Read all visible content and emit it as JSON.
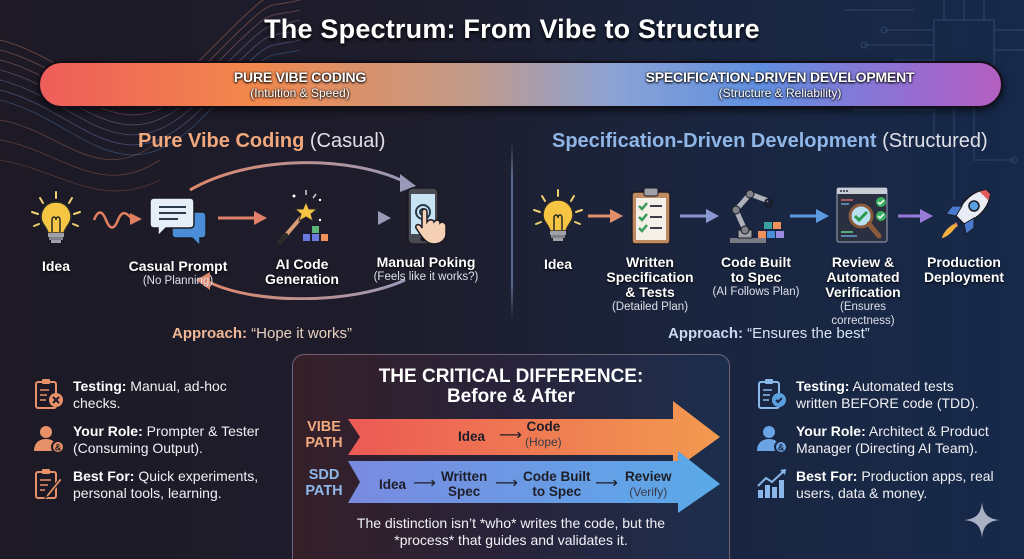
{
  "title": "The Spectrum: From Vibe to Structure",
  "spectrum": {
    "left": {
      "main": "PURE VIBE CODING",
      "sub": "(Intuition & Speed)"
    },
    "right": {
      "main": "SPECIFICATION-DRIVEN DEVELOPMENT",
      "sub": "(Structure & Reliability)"
    },
    "colors": {
      "start": "#ee5d5a",
      "mid_left": "#f2884c",
      "mid_right": "#5f8fe0",
      "end": "#b35fc0"
    }
  },
  "vibe": {
    "title_bold": "Pure Vibe Coding",
    "title_light": "(Casual)",
    "accent": "#f0a87c",
    "steps": [
      {
        "icon": "lightbulb-icon",
        "label": "Idea",
        "sub": ""
      },
      {
        "icon": "chat-bubbles-icon",
        "label": "Casual Prompt",
        "sub": "(No Planning)"
      },
      {
        "icon": "magic-wand-icon",
        "label": "AI Code",
        "label2": "Generation",
        "sub": ""
      },
      {
        "icon": "phone-tap-icon",
        "label": "Manual Poking",
        "sub": "(Feels like it works?)"
      }
    ],
    "approach_label": "Approach:",
    "approach_value": "“Hope it works”",
    "attributes": [
      {
        "icon": "clipboard-x-icon",
        "label": "Testing:",
        "text": "Manual, ad-hoc checks."
      },
      {
        "icon": "user-icon",
        "label": "Your Role:",
        "text": "Prompter & Tester (Consuming Output)."
      },
      {
        "icon": "notepad-pencil-icon",
        "label": "Best For:",
        "text": "Quick experiments, personal tools, learning."
      }
    ]
  },
  "sdd": {
    "title_bold": "Specification-Driven Development",
    "title_light": "(Structured)",
    "accent": "#8fb6e6",
    "steps": [
      {
        "icon": "lightbulb-icon",
        "label": "Idea",
        "sub": ""
      },
      {
        "icon": "clipboard-check-icon",
        "label": "Written",
        "label2": "Specification",
        "label3": "& Tests",
        "sub": "(Detailed Plan)"
      },
      {
        "icon": "robot-arm-icon",
        "label": "Code Built",
        "label2": "to Spec",
        "sub": "(AI Follows Plan)"
      },
      {
        "icon": "code-review-magnifier-icon",
        "label": "Review &",
        "label2": "Automated",
        "label3": "Verification",
        "sub": "(Ensures correctness)"
      },
      {
        "icon": "rocket-icon",
        "label": "Production",
        "label2": "Deployment",
        "sub": ""
      }
    ],
    "approach_label": "Approach:",
    "approach_value": "“Ensures the best”",
    "attributes": [
      {
        "icon": "clipboard-check-icon",
        "label": "Testing:",
        "text": "Automated tests written BEFORE code (TDD)."
      },
      {
        "icon": "user-icon",
        "label": "Your Role:",
        "text": "Architect & Product Manager (Directing AI Team)."
      },
      {
        "icon": "growth-chart-icon",
        "label": "Best For:",
        "text": "Production apps, real users, data & money."
      }
    ]
  },
  "critical": {
    "title_line1": "THE CRITICAL DIFFERENCE:",
    "title_line2": "Before & After",
    "vibe_path": {
      "label_line1": "VIBE",
      "label_line2": "PATH",
      "steps": [
        {
          "main": "Idea",
          "sub": ""
        },
        {
          "main": "Code",
          "sub": "(Hope)"
        }
      ],
      "color_start": "#ec5a55",
      "color_end": "#f29a50"
    },
    "sdd_path": {
      "label_line1": "SDD",
      "label_line2": "PATH",
      "steps": [
        {
          "main": "Idea",
          "sub": ""
        },
        {
          "main": "Written",
          "main2": "Spec",
          "sub": ""
        },
        {
          "main": "Code Built",
          "main2": "to Spec",
          "sub": ""
        },
        {
          "main": "Review",
          "sub": "(Verify)"
        }
      ],
      "color_start": "#7a8fe0",
      "color_end": "#5aa8e8"
    },
    "arrow_glyph": "⟶",
    "footer_line1": "The distinction isn’t *who* writes the code, but the",
    "footer_line2": "*process* that guides and validates it."
  }
}
